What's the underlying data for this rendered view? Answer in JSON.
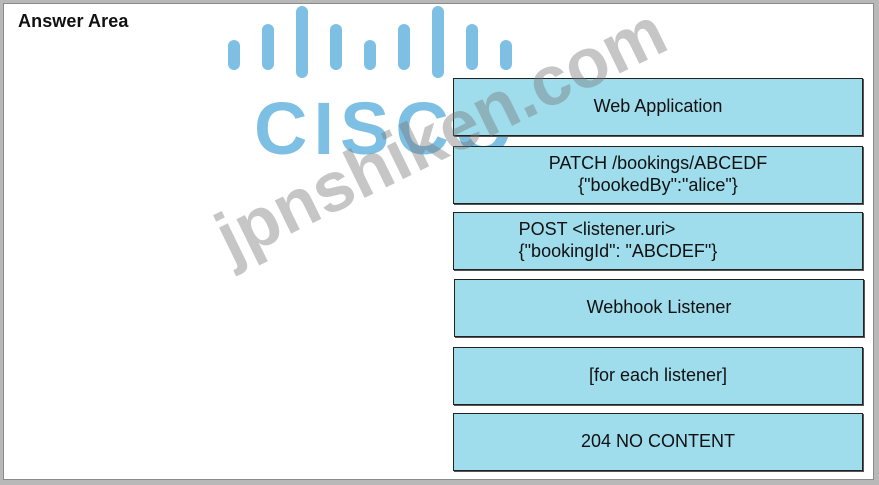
{
  "title": "Answer Area",
  "logo": {
    "brand": "CISCO",
    "color": "#2e9ad4"
  },
  "watermark": "jpnshiken.com",
  "colors": {
    "box_fill": "#9fdcec",
    "box_border": "#222222"
  },
  "boxes": [
    {
      "line1": "Web Application",
      "line2": ""
    },
    {
      "line1": "PATCH /bookings/ABCEDF",
      "line2": "{\"bookedBy\":\"alice\"}"
    },
    {
      "line1": "POST <listener.uri>",
      "line2": "{\"bookingId\": \"ABCDEF\"}"
    },
    {
      "line1": "Webhook Listener",
      "line2": ""
    },
    {
      "line1": "[for each listener]",
      "line2": ""
    },
    {
      "line1": "204 NO CONTENT",
      "line2": ""
    }
  ]
}
